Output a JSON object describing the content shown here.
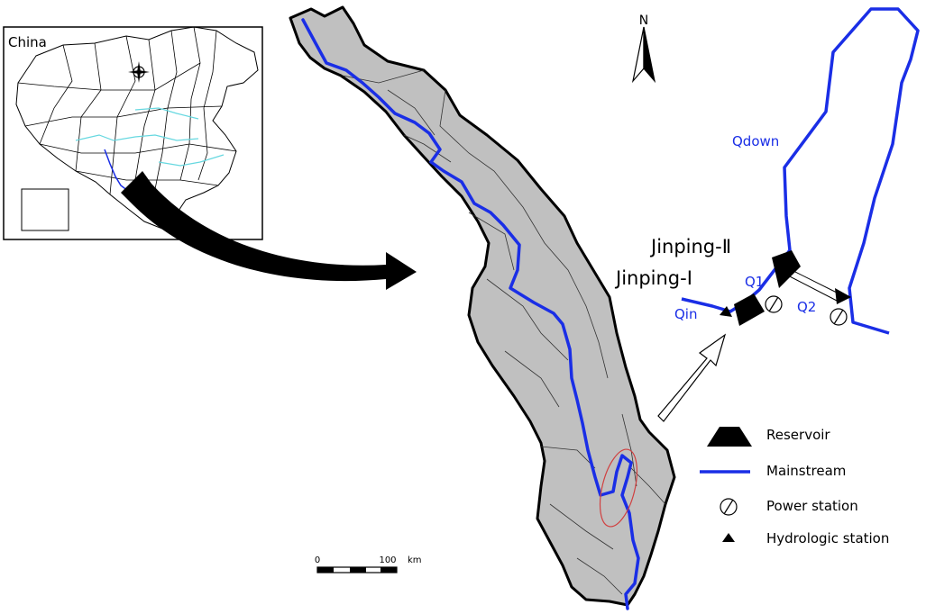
{
  "inset": {
    "title": "China"
  },
  "north_arrow": {
    "label": "N"
  },
  "diagram": {
    "reservoir_upper": "Jinping-Ⅱ",
    "reservoir_lower": "Jinping-Ⅰ",
    "flow_in": "Qin",
    "flow_down": "Qdown",
    "flow_q1": "Q1",
    "flow_q2": "Q2"
  },
  "legend": {
    "items": [
      {
        "label": "Reservoir",
        "symbol": "trapezoid"
      },
      {
        "label": "Mainstream",
        "symbol": "blue-line"
      },
      {
        "label": "Power station",
        "symbol": "circle-slash"
      },
      {
        "label": "Hydrologic station",
        "symbol": "triangle"
      }
    ]
  },
  "scalebar": {
    "start": "0",
    "end": "100",
    "unit": "km"
  },
  "colors": {
    "basin_fill": "#c0c0c0",
    "mainstream": "#1a2ee6",
    "inset_river": "#66d8e0",
    "focus_ellipse": "#d04040",
    "ink": "#000000"
  }
}
